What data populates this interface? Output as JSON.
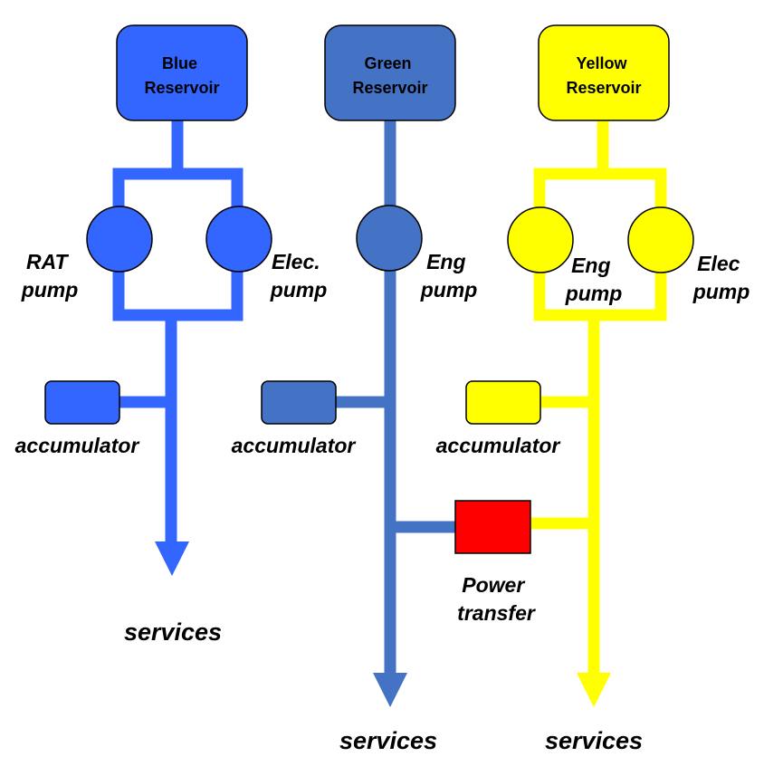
{
  "colors": {
    "blue": "#3366ff",
    "green": "#4472c4",
    "yellow": "#ffff00",
    "power_transfer": "#ff0000",
    "outline": "#000000",
    "text": "#000000",
    "background": "#ffffff"
  },
  "blue_system": {
    "reservoir_line1": "Blue",
    "reservoir_line2": "Reservoir",
    "left_pump_line1": "RAT",
    "left_pump_line2": "pump",
    "right_pump_line1": "Elec.",
    "right_pump_line2": "pump",
    "accumulator": "accumulator",
    "services": "services"
  },
  "green_system": {
    "reservoir_line1": "Green",
    "reservoir_line2": "Reservoir",
    "pump_line1": "Eng",
    "pump_line2": "pump",
    "accumulator": "accumulator",
    "services": "services"
  },
  "yellow_system": {
    "reservoir_line1": "Yellow",
    "reservoir_line2": "Reservoir",
    "left_pump_line1": "Eng",
    "left_pump_line2": "pump",
    "right_pump_line1": "Elec",
    "right_pump_line2": "pump",
    "accumulator": "accumulator",
    "services": "services"
  },
  "power_transfer": {
    "line1": "Power",
    "line2": "transfer"
  }
}
